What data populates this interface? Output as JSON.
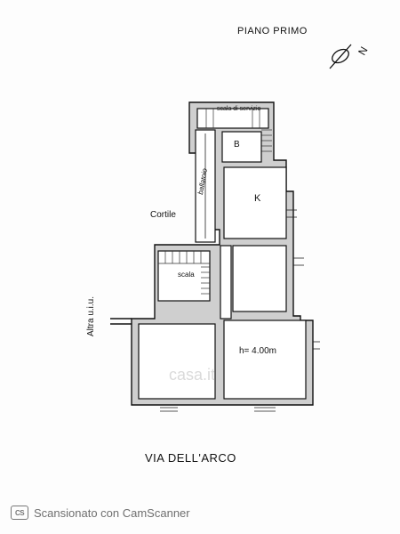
{
  "header": {
    "floor_title": "PIANO PRIMO"
  },
  "compass": {
    "letter": "N"
  },
  "labels": {
    "stair_top": "scala di servizio",
    "balcony": "ballatoio",
    "room_b": "B",
    "room_k": "K",
    "courtyard": "Cortile",
    "stair_main": "scala",
    "other_unit": "Altra u.i.u.",
    "height": "h= 4.00m",
    "watermark": "casa.it"
  },
  "street": {
    "name": "VIA DELL'ARCO"
  },
  "footer": {
    "logo_text": "CS",
    "scanner_text": "Scansionato con CamScanner"
  },
  "colors": {
    "walls": "#cfcfcf",
    "lines": "#111111",
    "footer_text": "#6f6f6f"
  }
}
